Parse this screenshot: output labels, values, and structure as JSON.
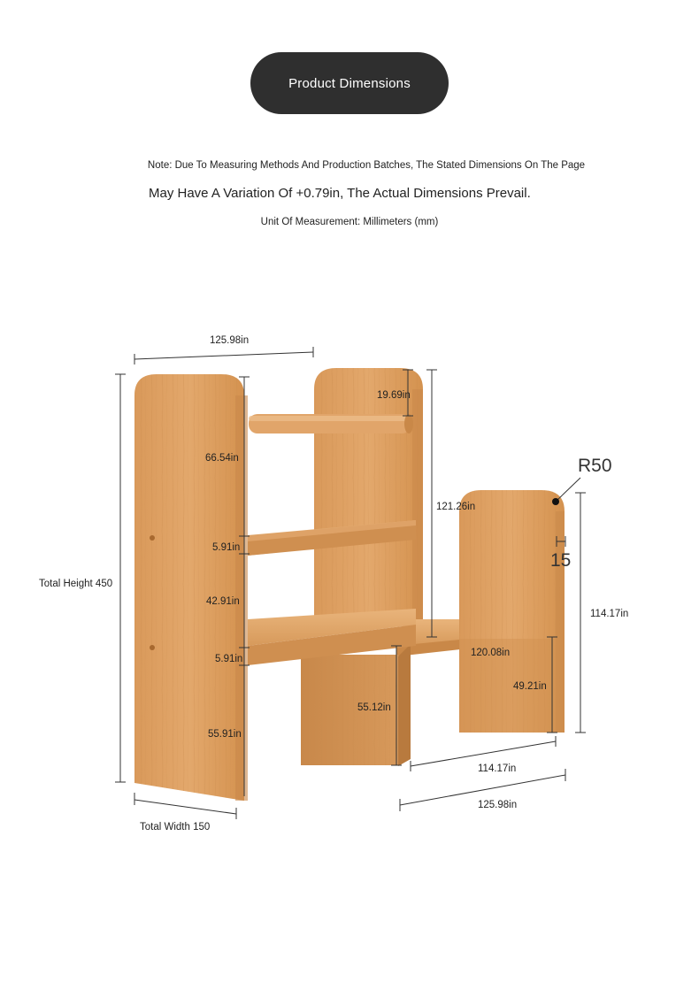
{
  "header": {
    "title": "Product Dimensions"
  },
  "notes": {
    "line1": "Note: Due To Measuring Methods And Production Batches, The Stated Dimensions On The Page",
    "line2": "May Have A Variation Of +0.79in, The Actual Dimensions Prevail.",
    "unit": "Unit Of Measurement: Millimeters (mm)"
  },
  "dimensions": {
    "top_width": "125.98in",
    "divider_gap": "19.69in",
    "upper_gap": "66.54in",
    "shelf_thickness_upper": "5.91in",
    "middle_gap": "42.91in",
    "shelf_thickness_lower": "5.91in",
    "base_gap": "55.91in",
    "total_height": "Total Height 450",
    "total_width": "Total Width 150",
    "tower_height": "121.26in",
    "corner_radius": "R50",
    "panel_thickness": "15",
    "right_height": "114.17in",
    "lower_shelf_width": "120.08in",
    "right_leg_height": "49.21in",
    "middle_leg_height": "55.12in",
    "bottom_depth": "114.17in",
    "bottom_width": "125.98in"
  },
  "colors": {
    "pill_bg": "#2f2f2f",
    "wood_light": "#e6ad72",
    "wood_mid": "#d99a5c",
    "wood_dark": "#bf7f43"
  }
}
